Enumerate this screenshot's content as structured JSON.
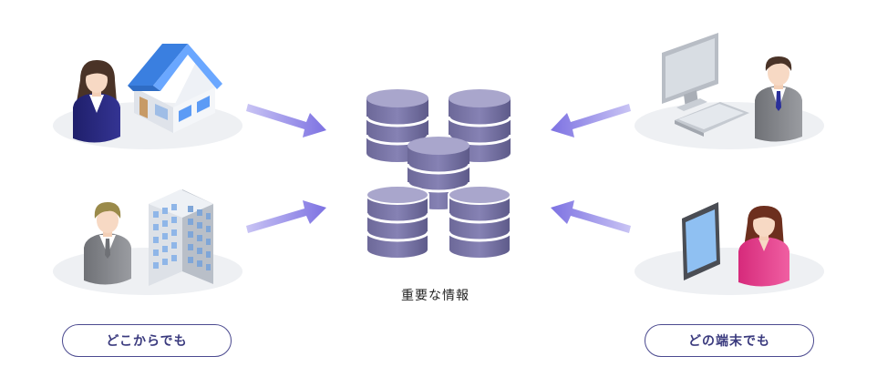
{
  "center_label": "重要な情報",
  "left_pill_label": "どこからでも",
  "right_pill_label": "どの端末でも",
  "scenes": {
    "top_left": [
      "woman-icon",
      "house-icon"
    ],
    "bottom_left": [
      "man-icon",
      "office-building-icon"
    ],
    "top_right": [
      "desktop-computer-icon",
      "man-icon"
    ],
    "bottom_right": [
      "tablet-icon",
      "woman-icon"
    ]
  },
  "colors": {
    "arrow": "#8a80e6",
    "database_body": "#7a76a8",
    "database_top": "#a9a6cc",
    "database_band": "#ffffff",
    "pill_border": "#4b4a8f",
    "pill_text": "#3a3a7e",
    "platform": "#eef0f3"
  }
}
